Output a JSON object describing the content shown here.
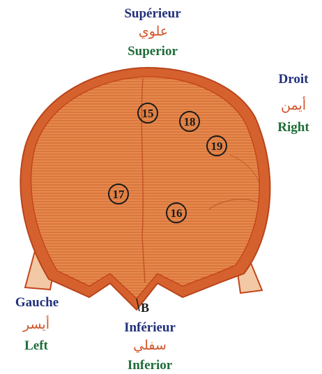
{
  "labels": {
    "top": {
      "fr": "Supérieur",
      "ar": "علوي",
      "en": "Superior"
    },
    "right": {
      "fr": "Droit",
      "ar": "أيمن",
      "en": "Right"
    },
    "left": {
      "fr": "Gauche",
      "ar": "أيسر",
      "en": "Left"
    },
    "bottom": {
      "fr": "Inférieur",
      "ar": "سفلي",
      "en": "Inferior"
    },
    "point_b": "B"
  },
  "markers": [
    "15",
    "18",
    "19",
    "17",
    "16"
  ],
  "colors": {
    "organ_fill": "#e07b3e",
    "organ_outline": "#c4461c",
    "hatch": "#c9592a",
    "french_text": "#22307a",
    "arabic_text": "#d0542a",
    "english_text": "#1f6d3a"
  }
}
